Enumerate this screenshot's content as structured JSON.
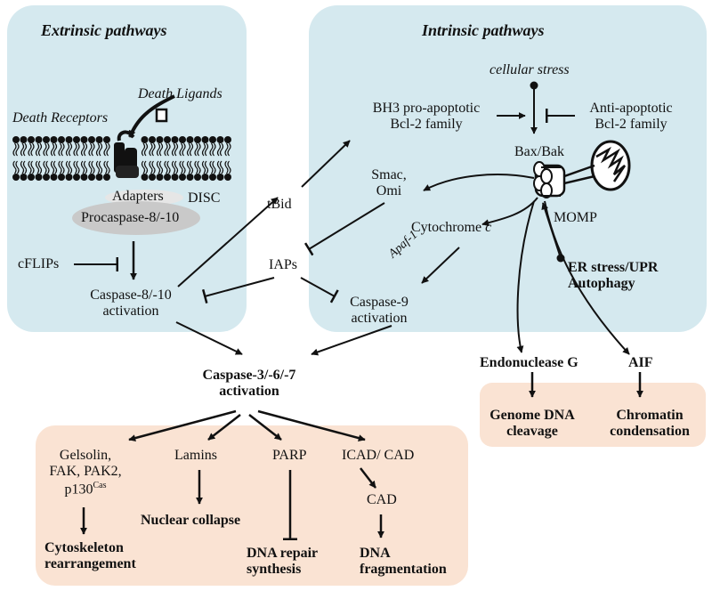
{
  "panels": {
    "extrinsic_title": "Extrinsic pathways",
    "intrinsic_title": "Intrinsic pathways"
  },
  "colors": {
    "panel_blue": "#d5e9ef",
    "panel_peach": "#fae3d3",
    "procaspase_oval": "#c9c9c9",
    "adapters_oval": "#e6e6e6",
    "ink": "#111111"
  },
  "labels": {
    "death_ligands": "Death Ligands",
    "death_receptors": "Death Receptors",
    "adapters": "Adapters",
    "disc": "DISC",
    "procaspase": "Procaspase-8/-10",
    "cflips": "cFLIPs",
    "caspase8_line1": "Caspase-8/-10",
    "caspase8_line2": "activation",
    "tbid": "tBid",
    "iaps": "IAPs",
    "cellular_stress": "cellular stress",
    "bh3_line1": "BH3 pro-apoptotic",
    "bh3_line2": "Bcl-2 family",
    "anti_line1": "Anti-apoptotic",
    "anti_line2": "Bcl-2 family",
    "bax_bak": "Bax/Bak",
    "smac_line1": "Smac,",
    "smac_line2": "Omi",
    "cytochrome_prefix": "Cytochrome ",
    "cytochrome_c": "c",
    "momp": "MOMP",
    "apaf1": "Apaf-1",
    "er_stress": "ER stress/UPR",
    "autophagy": "Autophagy",
    "caspase9_line1": "Caspase-9",
    "caspase9_line2": "activation",
    "endonuclease_g": "Endonuclease G",
    "aif": "AIF",
    "genome_line1": "Genome DNA",
    "genome_line2": "cleavage",
    "chromatin_line1": "Chromatin",
    "chromatin_line2": "condensation",
    "caspase3_line1": "Caspase-3/-6/-7",
    "caspase3_line2": "activation",
    "gelsolin_line1": "Gelsolin,",
    "gelsolin_line2": "FAK, PAK2,",
    "gelsolin_line3": "p130",
    "gelsolin_sup": "Cas",
    "cytoskeleton_line1": "Cytoskeleton",
    "cytoskeleton_line2": "rearrangement",
    "lamins": "Lamins",
    "nuclear_collapse": "Nuclear collapse",
    "parp": "PARP",
    "dna_repair_line1": "DNA repair",
    "dna_repair_line2": "synthesis",
    "icad_cad": "ICAD/ CAD",
    "cad": "CAD",
    "dna_frag_line1": "DNA",
    "dna_frag_line2": "fragmentation"
  }
}
